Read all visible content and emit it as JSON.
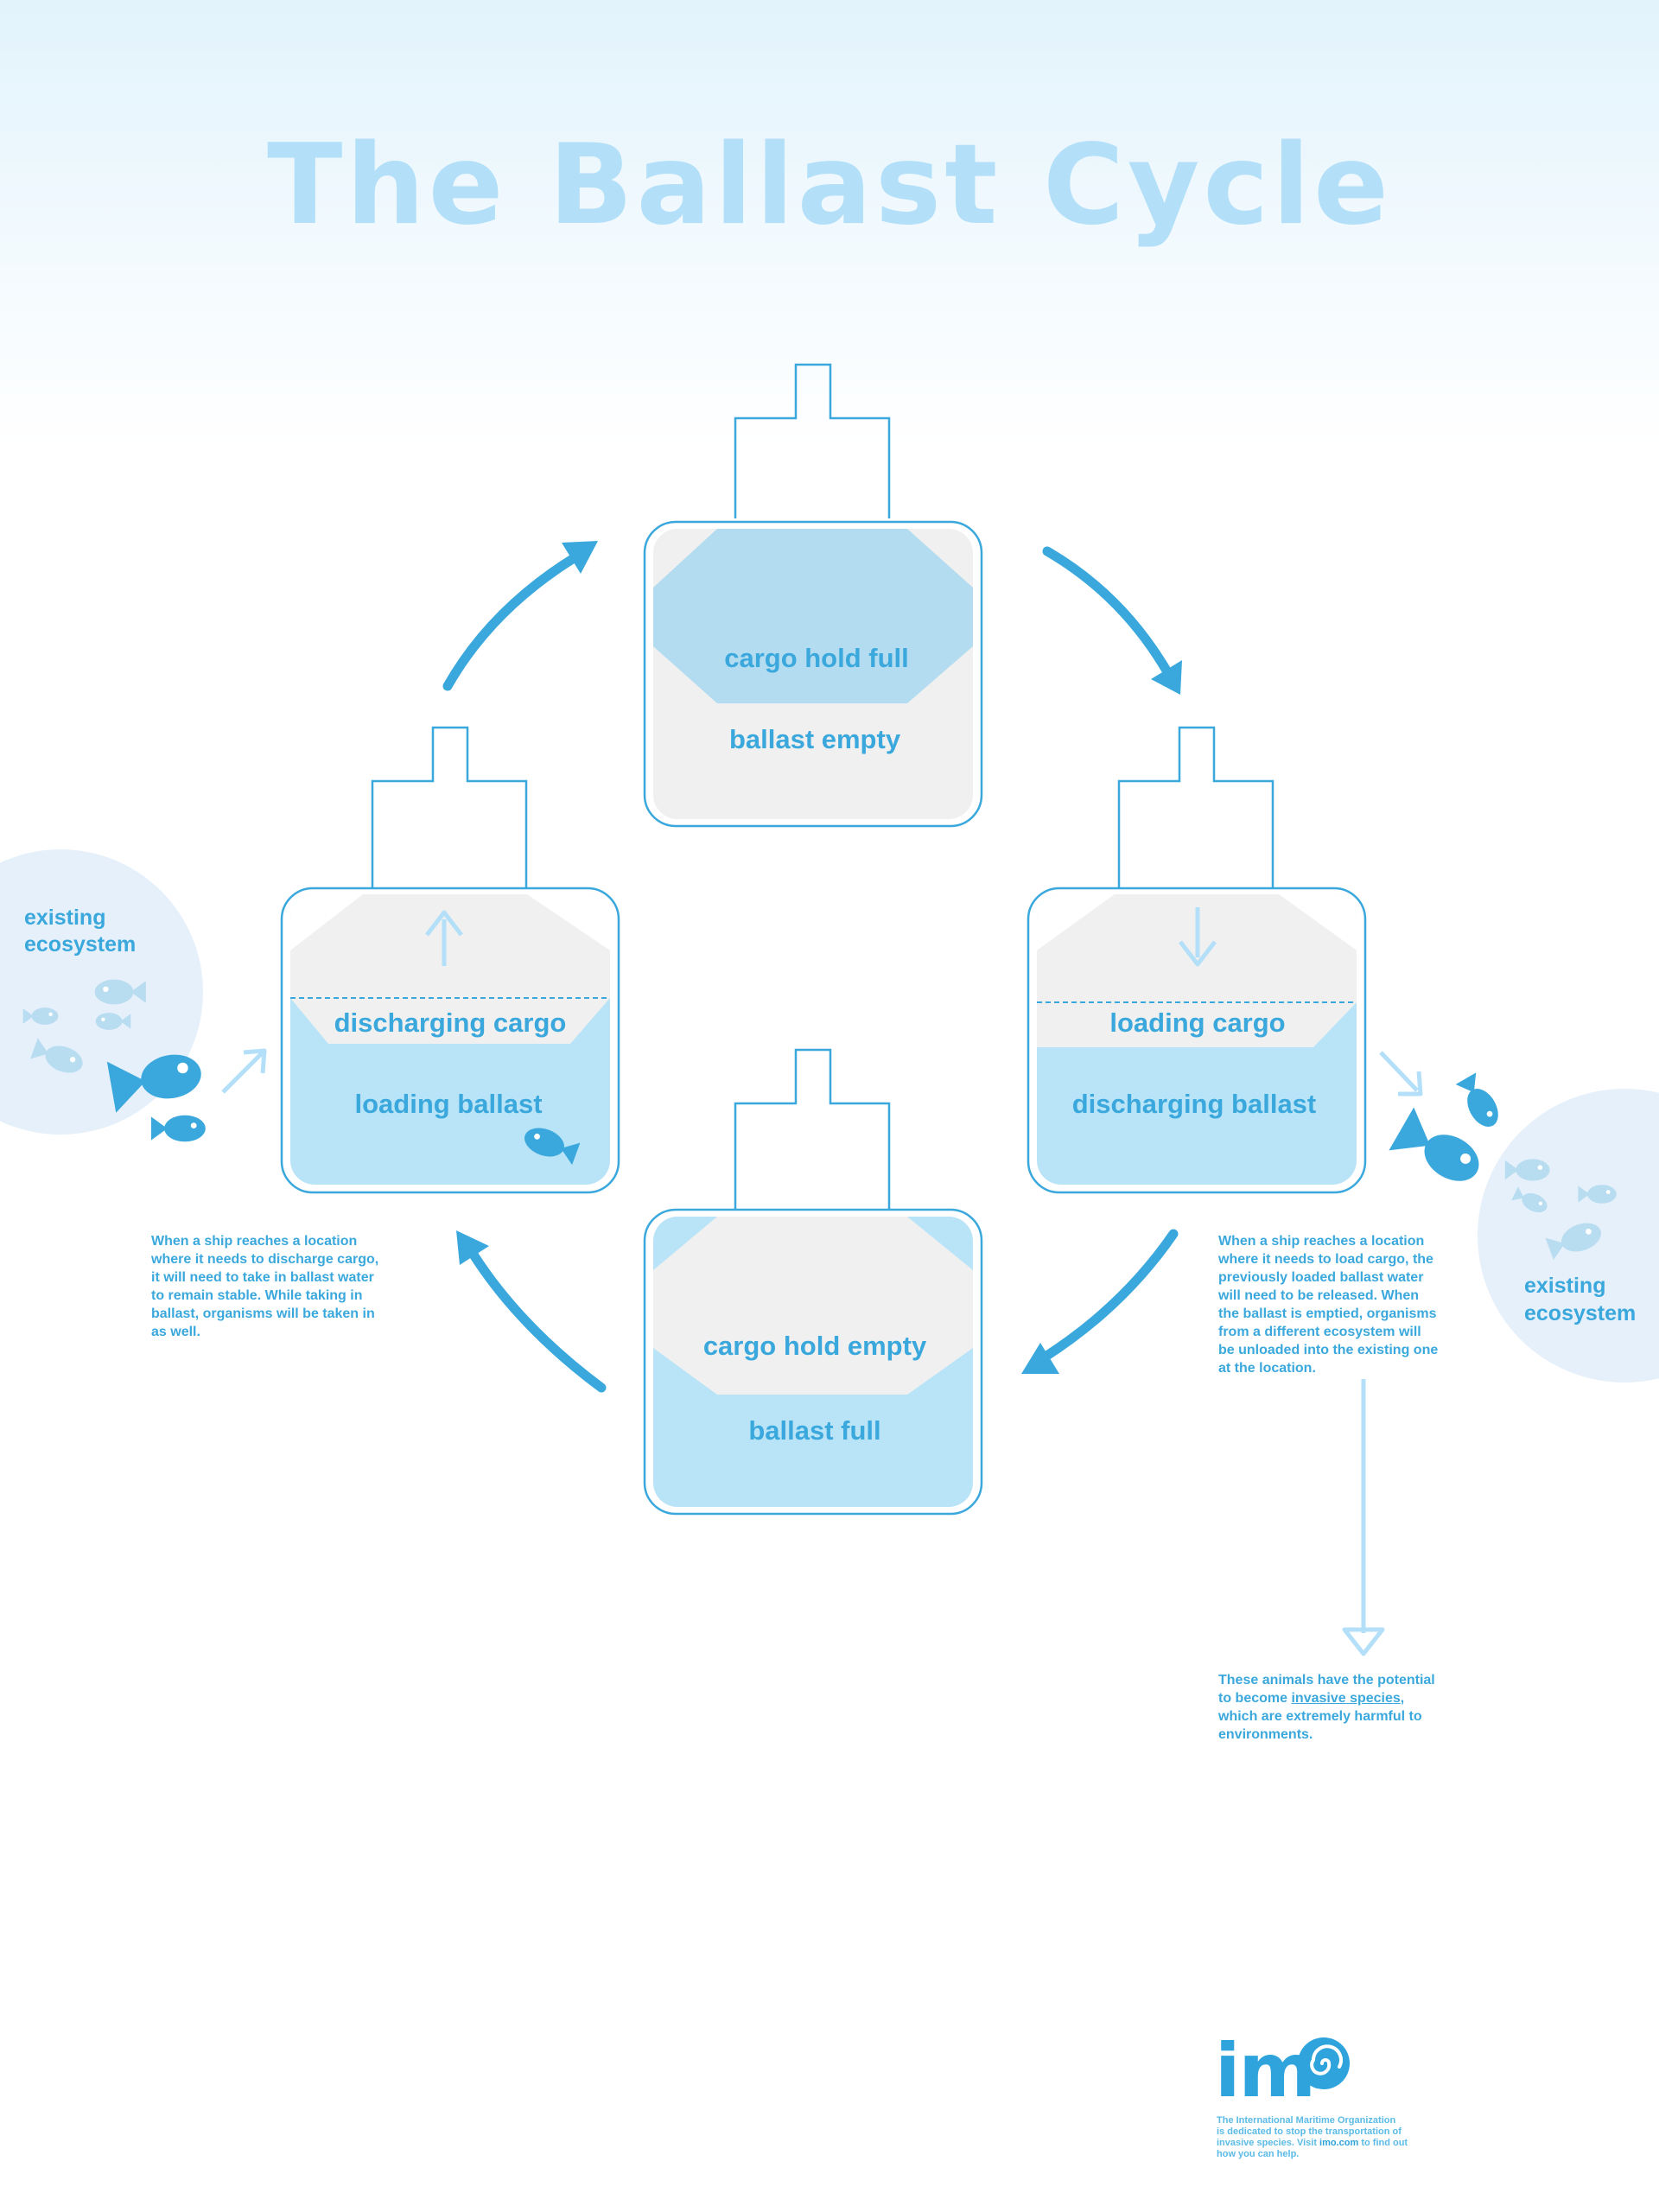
{
  "title": "The Ballast Cycle",
  "colors": {
    "primary": "#3aa8dc",
    "light_blue": "#b3e0f8",
    "cargo": "#f0f0f0",
    "ecosystem": "#e6f0fa"
  },
  "ships": {
    "top": {
      "upper": "cargo hold full",
      "lower": "ballast empty"
    },
    "left": {
      "upper": "discharging cargo",
      "lower": "loading ballast"
    },
    "right": {
      "upper": "loading cargo",
      "lower": "discharging ballast"
    },
    "bottom": {
      "upper": "cargo hold empty",
      "lower": "ballast full"
    }
  },
  "ecosystems": {
    "left": {
      "line1": "existing",
      "line2": "ecosystem"
    },
    "right": {
      "line1": "existing",
      "line2": "ecosystem"
    }
  },
  "notes": {
    "left": [
      "When a ship reaches a location",
      "where it needs to discharge cargo,",
      "it will need to take in ballast water",
      "to remain stable. While taking in",
      "ballast, organisms will be taken in",
      "as well."
    ],
    "right": [
      "When a ship reaches a location",
      "where it needs to load cargo, the",
      "previously loaded ballast water",
      "will need to be released. When",
      "the ballast is emptied, organisms",
      "from a different ecosystem will",
      "be unloaded into the existing one",
      "at the location."
    ],
    "invasive": {
      "line1": "These animals have the potential",
      "line2_prefix": "to become ",
      "line2_link": "invasive species",
      "line2_suffix": ",",
      "line3": "which are extremely harmful to",
      "line4": "environments."
    }
  },
  "logo": {
    "word": "imo",
    "line1": "The International Maritime Organization",
    "line2": "is dedicated to stop the transportation of",
    "line3_prefix": "invasive species. Visit ",
    "line3_link": "imo.com",
    "line3_suffix": " to find out",
    "line4": "how you can help."
  }
}
